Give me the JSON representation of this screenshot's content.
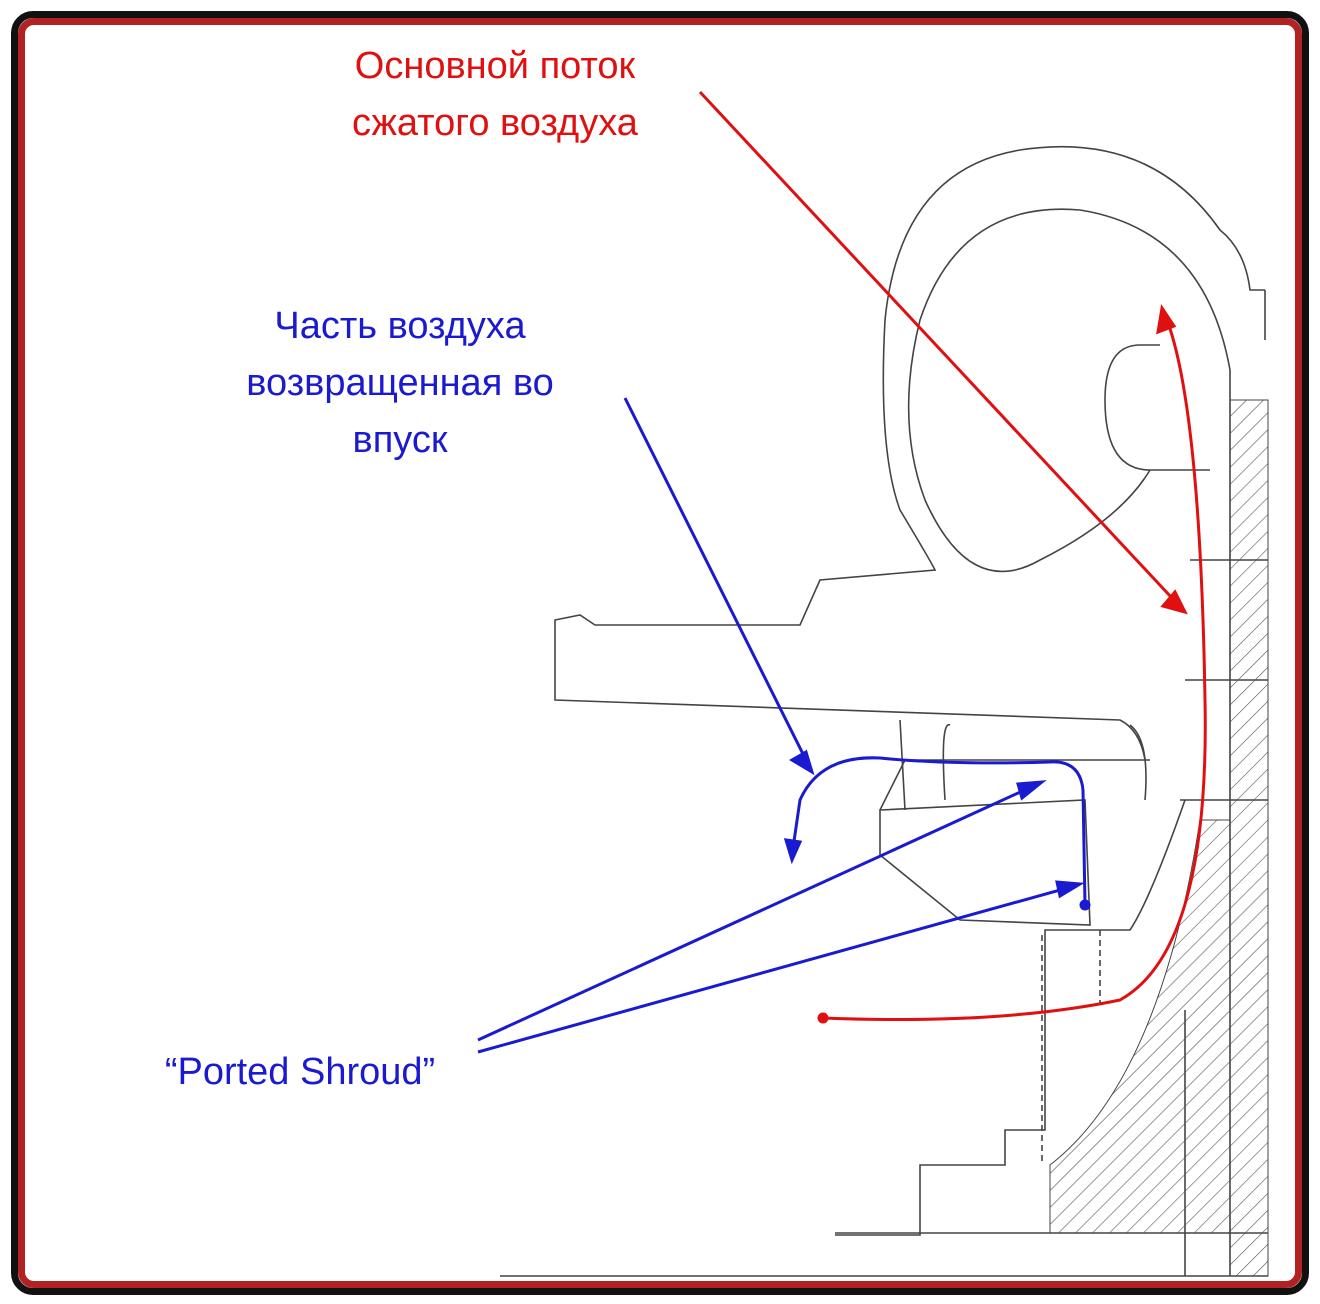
{
  "labels": {
    "main_flow": [
      "Основной поток",
      "сжатого воздуха"
    ],
    "recirculated": [
      "Часть воздуха",
      "возвращенная во",
      "впуск"
    ],
    "ported_shroud": "“Ported Shroud”"
  },
  "colors": {
    "main_flow": "#e01010",
    "recirculated": "#1a1ad0",
    "border_outer": "#111111",
    "border_inner": "#b22222"
  }
}
